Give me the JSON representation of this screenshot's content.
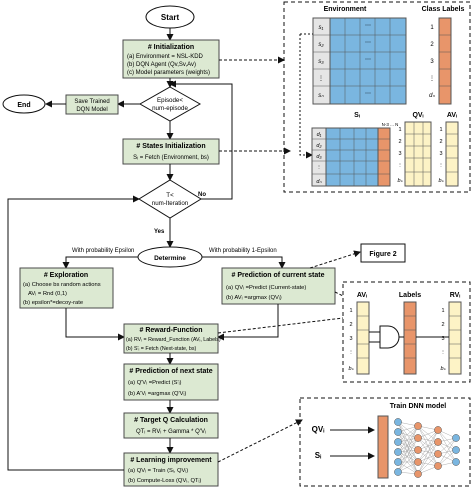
{
  "start": "Start",
  "end": "End",
  "init": {
    "title": "# Initialization",
    "lines": [
      "(a) Environment = NSL-KDD",
      "(b) DQN Agent (Qv,Sv,Av)",
      "(c) Model parameters (weights)"
    ]
  },
  "save_model": [
    "Save Trained",
    "DQN Model"
  ],
  "episode_decision": [
    "Episode<",
    "num-episode"
  ],
  "states_init": {
    "title": "# States Initialization",
    "line": "Sᵢ = Fetch (Environment, bs)"
  },
  "t_decision": [
    "T<",
    "num-Iteration"
  ],
  "no_label": "No",
  "yes_label": "Yes",
  "determine": "Determine",
  "prob_eps": "With probability Epsilon",
  "prob_1eps": "With probability 1-Epsilon",
  "exploration": {
    "title": "# Exploration",
    "lines": [
      "(a) Choose bs random actions",
      "AVᵢ = Rnd (0,1)",
      "(b) epsilon*=decoy-rate"
    ]
  },
  "prediction_current": {
    "title": "# Prediction of current state",
    "lines": [
      "(a) QVᵢ =Predict (Current-state)",
      "(b) AVᵢ =argmax (QVᵢ)"
    ]
  },
  "figure2": "Figure 2",
  "reward": {
    "title": "# Reward-Function",
    "lines": [
      "(a) RVᵢ = Reward_Function (AVᵢ, Labels)",
      "(b) S'ᵢ = Fetch (Next-state, bs)"
    ]
  },
  "prediction_next": {
    "title": "# Prediction of next state",
    "lines": [
      "(a) Q'Vᵢ =Predict (S'ᵢ)",
      "(b) A'Vᵢ =argmax (Q'Vᵢ)"
    ]
  },
  "target_q": {
    "title": "# Target Q Calculation",
    "line": "QTᵢ = RVᵢ + Gamma * Q'Vᵢ"
  },
  "learning": {
    "title": "# Learning improvement",
    "lines": [
      "(a) QVᵢ = Train (Sᵢ, QVᵢ)",
      "(b) Compute-Loss (QVᵢ, QTᵢ)"
    ]
  },
  "env_panel": {
    "environment": "Environment",
    "class_labels": "Class Labels",
    "row_labels": [
      "s₁",
      "s₂",
      "s₃",
      "⋮",
      "sₙ"
    ],
    "label_vals": [
      "1",
      "2",
      "3",
      "⋮",
      "dₙ"
    ],
    "si": "Sᵢ",
    "qvi": "QVᵢ",
    "avi": "AVᵢ",
    "si_rows": [
      "d₁",
      "d₂",
      "d₃",
      "⋮",
      "dₙ"
    ],
    "q_rows": [
      "1",
      "2",
      "3",
      "⋮",
      "bₛ"
    ],
    "n_label": "N-3 ... N"
  },
  "labels_panel": {
    "avi": "AVᵢ",
    "labels": "Labels",
    "rvi": "RVᵢ",
    "rows": [
      "1",
      "2",
      "3",
      "⋮",
      "bₛ"
    ]
  },
  "dnn_panel": {
    "title": "Train DNN model",
    "qvi": "QVᵢ",
    "si": "Sᵢ"
  },
  "colors": {
    "box_fill": "#dce9d2",
    "box_stroke": "#4a4a4a",
    "blue": "#7ab6e0",
    "orange": "#e8956a",
    "yellow": "#fdf3c6",
    "gray": "#e5e5e5"
  }
}
